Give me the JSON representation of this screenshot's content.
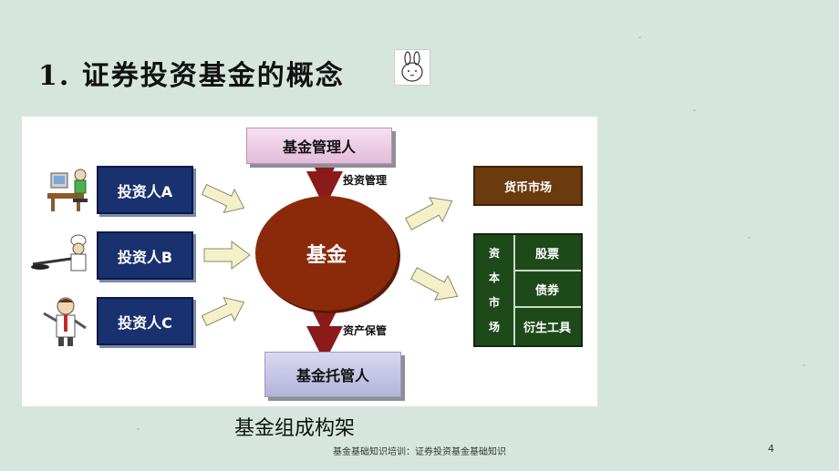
{
  "slide": {
    "title": "1. 证券投资基金的概念",
    "caption": "基金组成构架",
    "footer": "基金基础知识培训：证券投资基金基础知识",
    "page_number": "4"
  },
  "diagram": {
    "investors": [
      "投资人A",
      "投资人B",
      "投资人C"
    ],
    "fund": "基金",
    "manager": "基金管理人",
    "manager_relation": "投资管理",
    "custodian": "基金托管人",
    "custodian_relation": "资产保管",
    "money_market": "货币市场",
    "capital_market": {
      "label_chars": [
        "资",
        "本",
        "市",
        "场"
      ],
      "items": [
        "股票",
        "债券",
        "衍生工具"
      ]
    }
  },
  "colors": {
    "investor_box": "#1a3170",
    "fund_circle": "#8b2a0b",
    "money_market": "#6b3a0e",
    "capital_market": "#1e4a1a",
    "arrow": "#f4f1c8"
  }
}
